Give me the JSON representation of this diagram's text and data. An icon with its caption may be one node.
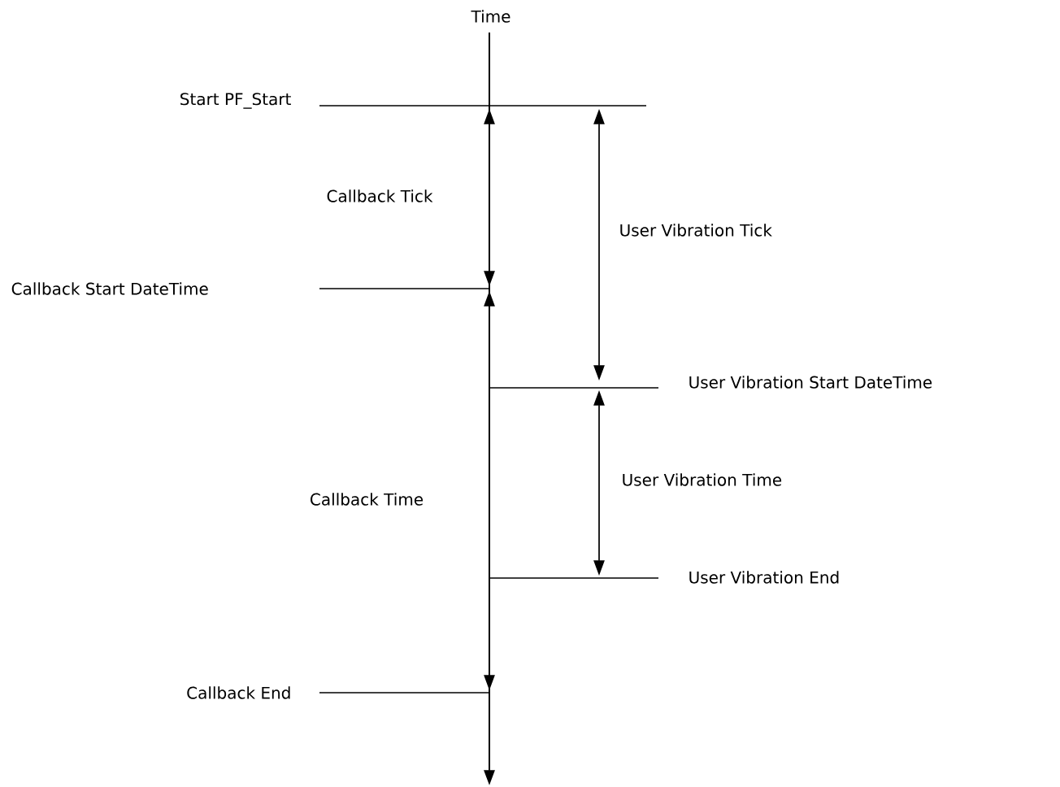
{
  "diagram": {
    "labels": [
      "Time",
      "Start PF_Start",
      "Callback Tick",
      "User Vibration Tick",
      "Callback Start DateTime",
      "User Vibration Start DateTime",
      "User Vibration Time",
      "Callback Time",
      "User Vibration End",
      "Callback End"
    ]
  }
}
